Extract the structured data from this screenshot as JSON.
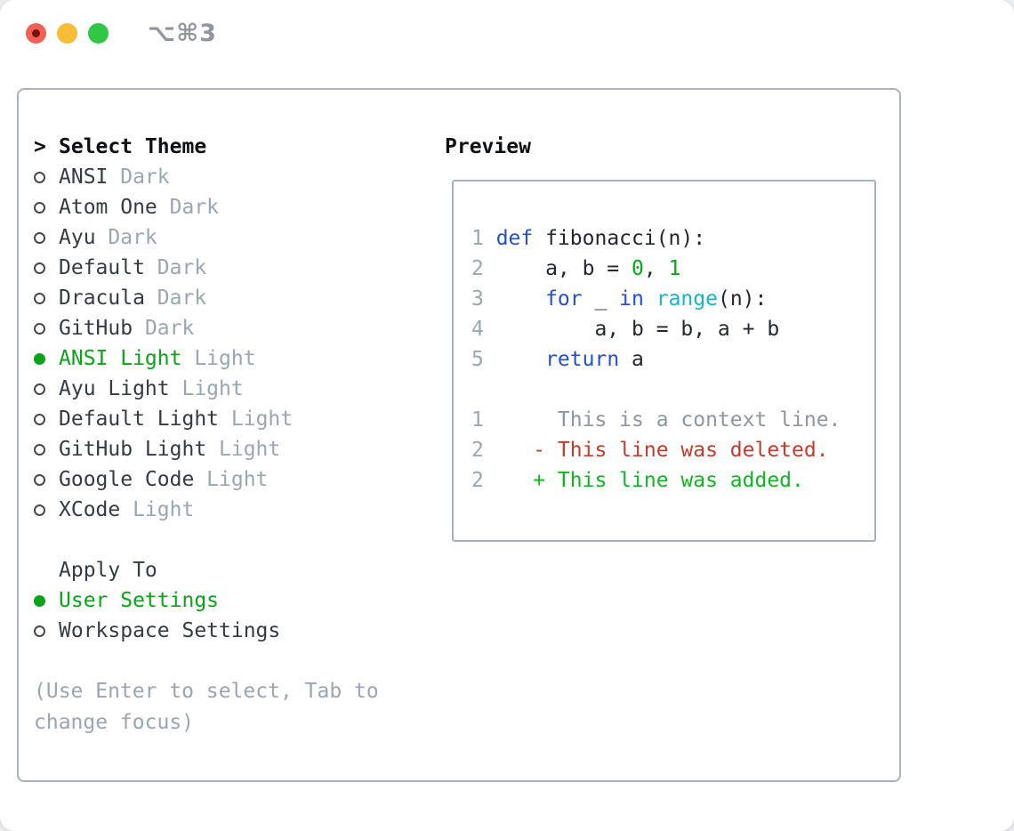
{
  "window": {
    "title": "⌥⌘3",
    "traffic_lights": [
      {
        "name": "close-button",
        "color": "#f45f55",
        "has_dot": true
      },
      {
        "name": "minimize-button",
        "color": "#f8bd37",
        "has_dot": false
      },
      {
        "name": "zoom-button",
        "color": "#2fc844",
        "has_dot": false
      }
    ]
  },
  "icons": {
    "cursor-prefix": ">",
    "radio-unselected": "circle-outline",
    "radio-selected": "circle-filled-green"
  },
  "theme_selector": {
    "header_prefix": ">",
    "header": "Select Theme",
    "items": [
      {
        "name": "ANSI",
        "variant": "Dark",
        "selected": false
      },
      {
        "name": "Atom One",
        "variant": "Dark",
        "selected": false
      },
      {
        "name": "Ayu",
        "variant": "Dark",
        "selected": false
      },
      {
        "name": "Default",
        "variant": "Dark",
        "selected": false
      },
      {
        "name": "Dracula",
        "variant": "Dark",
        "selected": false
      },
      {
        "name": "GitHub",
        "variant": "Dark",
        "selected": false
      },
      {
        "name": "ANSI Light",
        "variant": "Light",
        "selected": true
      },
      {
        "name": "Ayu Light",
        "variant": "Light",
        "selected": false
      },
      {
        "name": "Default Light",
        "variant": "Light",
        "selected": false
      },
      {
        "name": "GitHub Light",
        "variant": "Light",
        "selected": false
      },
      {
        "name": "Google Code",
        "variant": "Light",
        "selected": false
      },
      {
        "name": "XCode",
        "variant": "Light",
        "selected": false
      }
    ],
    "apply_to": {
      "label": "Apply To",
      "options": [
        {
          "label": "User Settings",
          "selected": true
        },
        {
          "label": "Workspace Settings",
          "selected": false
        }
      ]
    },
    "hint": "(Use Enter to select, Tab to change focus)"
  },
  "preview": {
    "label": "Preview",
    "code_lines": [
      {
        "number": "1",
        "segments": [
          {
            "t": "def",
            "c": "keyword"
          },
          {
            "t": " fibonacci(n):",
            "c": "plain"
          }
        ]
      },
      {
        "number": "2",
        "segments": [
          {
            "t": "    a, b = ",
            "c": "plain"
          },
          {
            "t": "0",
            "c": "number"
          },
          {
            "t": ", ",
            "c": "plain"
          },
          {
            "t": "1",
            "c": "number"
          }
        ]
      },
      {
        "number": "3",
        "segments": [
          {
            "t": "    ",
            "c": "plain"
          },
          {
            "t": "for",
            "c": "keyword"
          },
          {
            "t": " _ ",
            "c": "plain"
          },
          {
            "t": "in",
            "c": "keyword"
          },
          {
            "t": " ",
            "c": "plain"
          },
          {
            "t": "range",
            "c": "builtin"
          },
          {
            "t": "(n):",
            "c": "plain"
          }
        ]
      },
      {
        "number": "4",
        "segments": [
          {
            "t": "        a, b = b, a + b",
            "c": "plain"
          }
        ]
      },
      {
        "number": "5",
        "segments": [
          {
            "t": "    ",
            "c": "plain"
          },
          {
            "t": "return",
            "c": "keyword"
          },
          {
            "t": " a",
            "c": "plain"
          }
        ]
      }
    ],
    "diff_lines": [
      {
        "number": "1",
        "segments": [
          {
            "t": "     This is a context line.",
            "c": "context"
          }
        ]
      },
      {
        "number": "2",
        "segments": [
          {
            "t": "   ",
            "c": "plain"
          },
          {
            "t": "- This line was deleted.",
            "c": "deleted"
          }
        ]
      },
      {
        "number": "2",
        "segments": [
          {
            "t": "   ",
            "c": "plain"
          },
          {
            "t": "+ This line was added.",
            "c": "added"
          }
        ]
      }
    ]
  },
  "colors": {
    "accent-green": "#0ba318",
    "code-keyword": "#2350cf",
    "code-builtin": "#16b5c8",
    "code-number": "#0ba81a",
    "diff-deleted": "#c53b29",
    "diff-added": "#0bb91e",
    "muted": "#9aa6b2",
    "panel-border": "#a9b3bd"
  }
}
